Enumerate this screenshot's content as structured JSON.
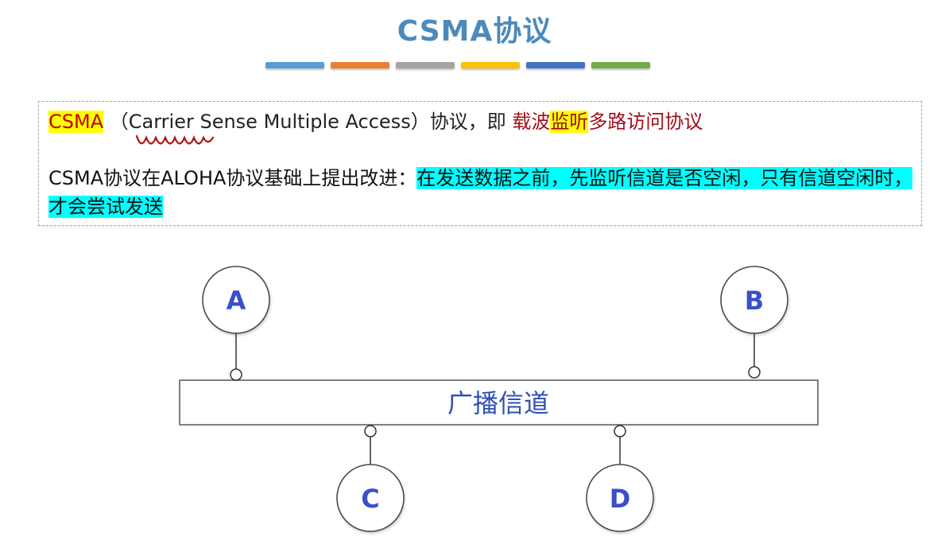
{
  "title": "CSMA协议",
  "accent_bars": [
    "#5b9bd5",
    "#ed7d31",
    "#a5a5a5",
    "#ffc000",
    "#4472c4",
    "#70ad47"
  ],
  "definition": {
    "acronym": "CSMA",
    "full_name": "（Carrier Sense Multiple Access）",
    "suffix": "协议，即",
    "cn_part1": "载波",
    "cn_highlight": "监听",
    "cn_part2": "多路访问协议"
  },
  "improvement": {
    "lead": "CSMA协议在ALOHA协议基础上提出改进：",
    "highlight": "在发送数据之前，先监听信道是否空闲，只有信道空闲时，才会尝试发送"
  },
  "diagram": {
    "channel_label": "广播信道",
    "nodes": [
      "A",
      "B",
      "C",
      "D"
    ]
  }
}
